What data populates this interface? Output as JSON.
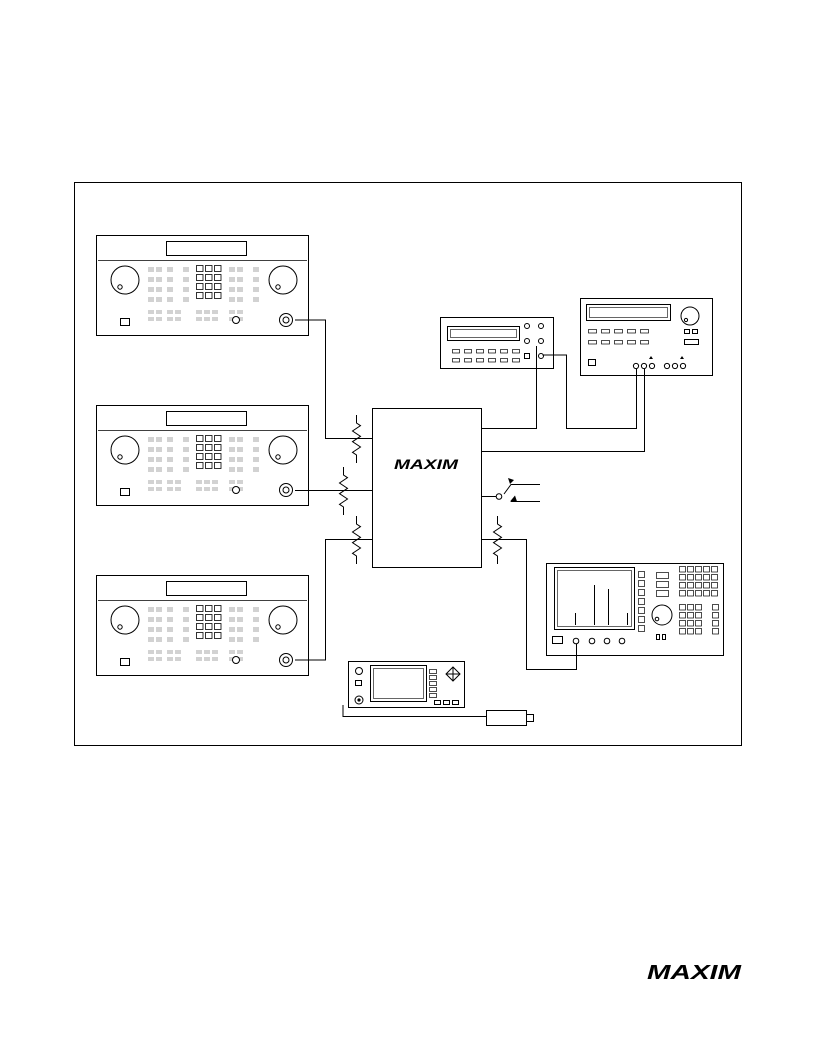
{
  "figure": {
    "dut_logo": "MAXIM",
    "instruments": {
      "signal_generators": [
        {
          "name": "rf-signal-generator-1"
        },
        {
          "name": "rf-signal-generator-2"
        },
        {
          "name": "rf-signal-generator-3"
        }
      ],
      "meters": [
        "multimeter",
        "power-supply"
      ],
      "analyzers": [
        "spectrum-analyzer",
        "power-meter",
        "power-sensor"
      ]
    }
  },
  "footer": {
    "logo": "MAXIM"
  }
}
